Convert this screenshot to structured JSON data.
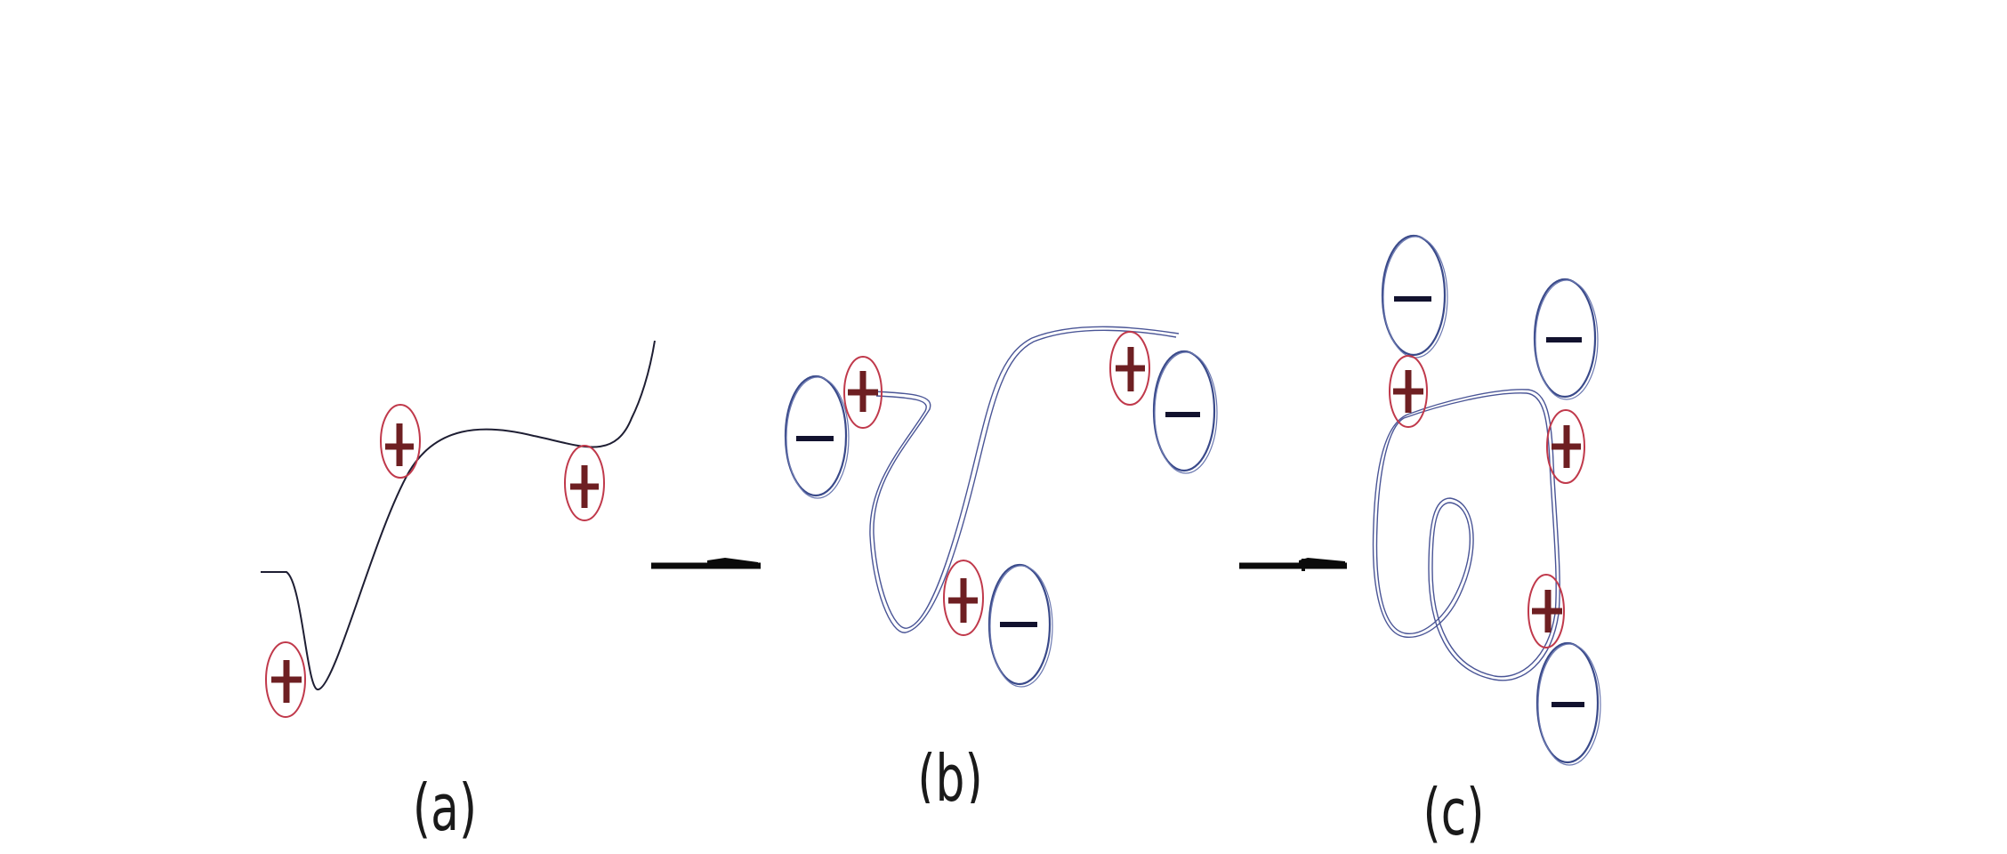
{
  "captions": {
    "a": "(a)",
    "b": "(b)",
    "c": "(c)"
  },
  "symbols": {
    "positive": "+",
    "negative": "−"
  },
  "colors": {
    "positive_ring": "#c0394b",
    "positive_glyph": "#6e1f22",
    "negative_ring": "#3a4a8a",
    "negative_glyph": "#12122e",
    "chain": "#1e1e33",
    "background": "#ffffff"
  },
  "panels": [
    {
      "id": "a",
      "positive_charges": 3,
      "negative_charges": 0
    },
    {
      "id": "b",
      "positive_charges": 3,
      "negative_charges": 3
    },
    {
      "id": "c",
      "positive_charges": 3,
      "negative_charges": 3
    }
  ]
}
